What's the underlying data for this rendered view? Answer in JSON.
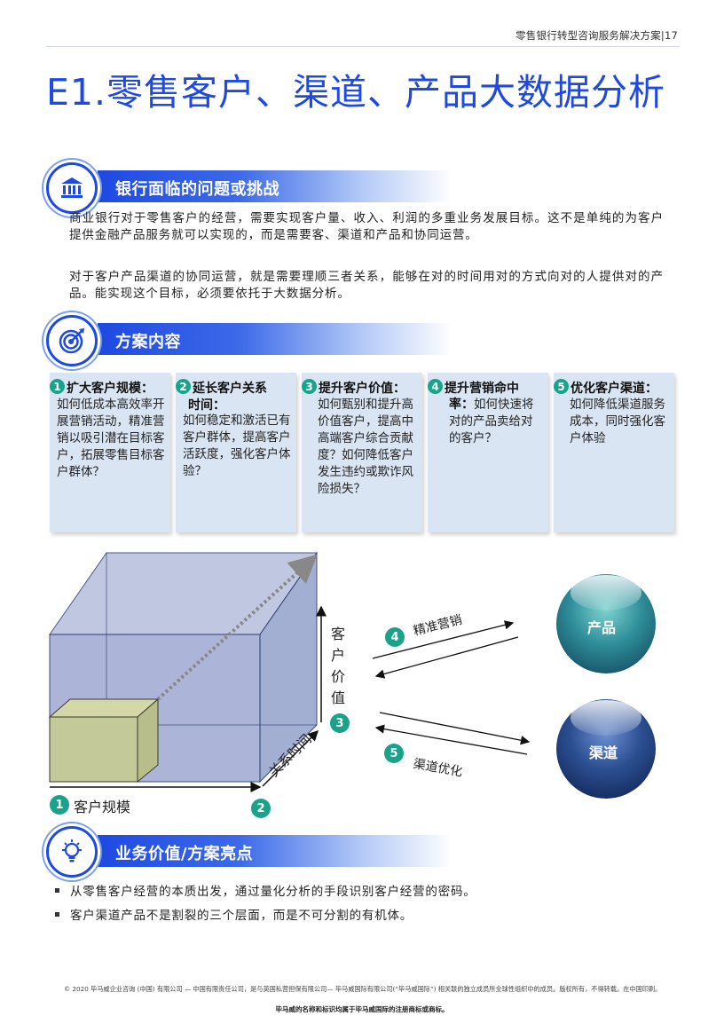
{
  "header": {
    "note": "零售银行转型咨询服务解决方案|17",
    "title": "E1.零售客户、渠道、产品大数据分析"
  },
  "section1": {
    "title": "银行面临的问题或挑战",
    "icon": "bank-icon",
    "paragraphs": [
      "商业银行对于零售客户的经营，需要实现客户量、收入、利润的多重业务发展目标。这不是单纯的为客户提供金融产品服务就可以实现的，而是需要客、渠道和产品和协同运营。",
      "对于客户产品渠道的协同运营，就是需要理顺三者关系，能够在对的时间用对的方式向对的人提供对的产品。能实现这个目标，必须要依托于大数据分析。"
    ]
  },
  "section2": {
    "title": "方案内容",
    "icon": "target-icon",
    "cards": [
      {
        "num": "1",
        "title": "扩大客户规模：",
        "title2": "",
        "body": "如何低成本高效率开展营销活动，精准营销以吸引潜在目标客户，拓展零售目标客户群体？"
      },
      {
        "num": "2",
        "title": "延长客户关系",
        "title2": "时间：",
        "body": "如何稳定和激活已有客户群体，提高客户活跃度，强化客户体验？"
      },
      {
        "num": "3",
        "title": "提升客户价值：",
        "title2": "",
        "body": "如何甄别和提升高价值客户，提高中高端客户综合贡献度？如何降低客户发生违约或欺诈风险损失？"
      },
      {
        "num": "4",
        "title": "提升营销命中",
        "title2": "率：",
        "body": "如何快速将对的产品卖给对的客户？"
      },
      {
        "num": "5",
        "title": "优化客户渠道：",
        "title2": "",
        "body": "如何降低渠道服务成本，同时强化客户体验"
      }
    ]
  },
  "diagram": {
    "axis_scale": {
      "num": "1",
      "label": "客户规模"
    },
    "axis_time": {
      "num": "2",
      "label": "关系时间"
    },
    "axis_value": {
      "num": "3",
      "label": "客户价值"
    },
    "arrow_marketing": {
      "num": "4",
      "label": "精准营销"
    },
    "arrow_channel": {
      "num": "5",
      "label": "渠道优化"
    },
    "sphere_product": "产品",
    "sphere_channel": "渠道"
  },
  "section3": {
    "title": "业务价值/方案亮点",
    "icon": "lightbulb-icon",
    "bullets": [
      "从零售客户经营的本质出发，通过量化分析的手段识别客户经营的密码。",
      "客户渠道产品不是割裂的三个层面，而是不可分割的有机体。"
    ]
  },
  "footer": {
    "legal": "© 2020 毕马威企业咨询 (中国) 有限公司 — 中国有限责任公司，是与英国私营担保有限公司— 毕马威国际有限公司(“毕马威国际”) 相关联的独立成员所全球性组织中的成员。版权所有，不得转载。在中国印刷。",
    "trademark": "毕马威的名称和标识均属于毕马威国际的注册商标或商标。"
  },
  "colors": {
    "brand_blue": "#1e49e2",
    "teal": "#1aa38a",
    "card_bg": "#d9e5f3"
  }
}
